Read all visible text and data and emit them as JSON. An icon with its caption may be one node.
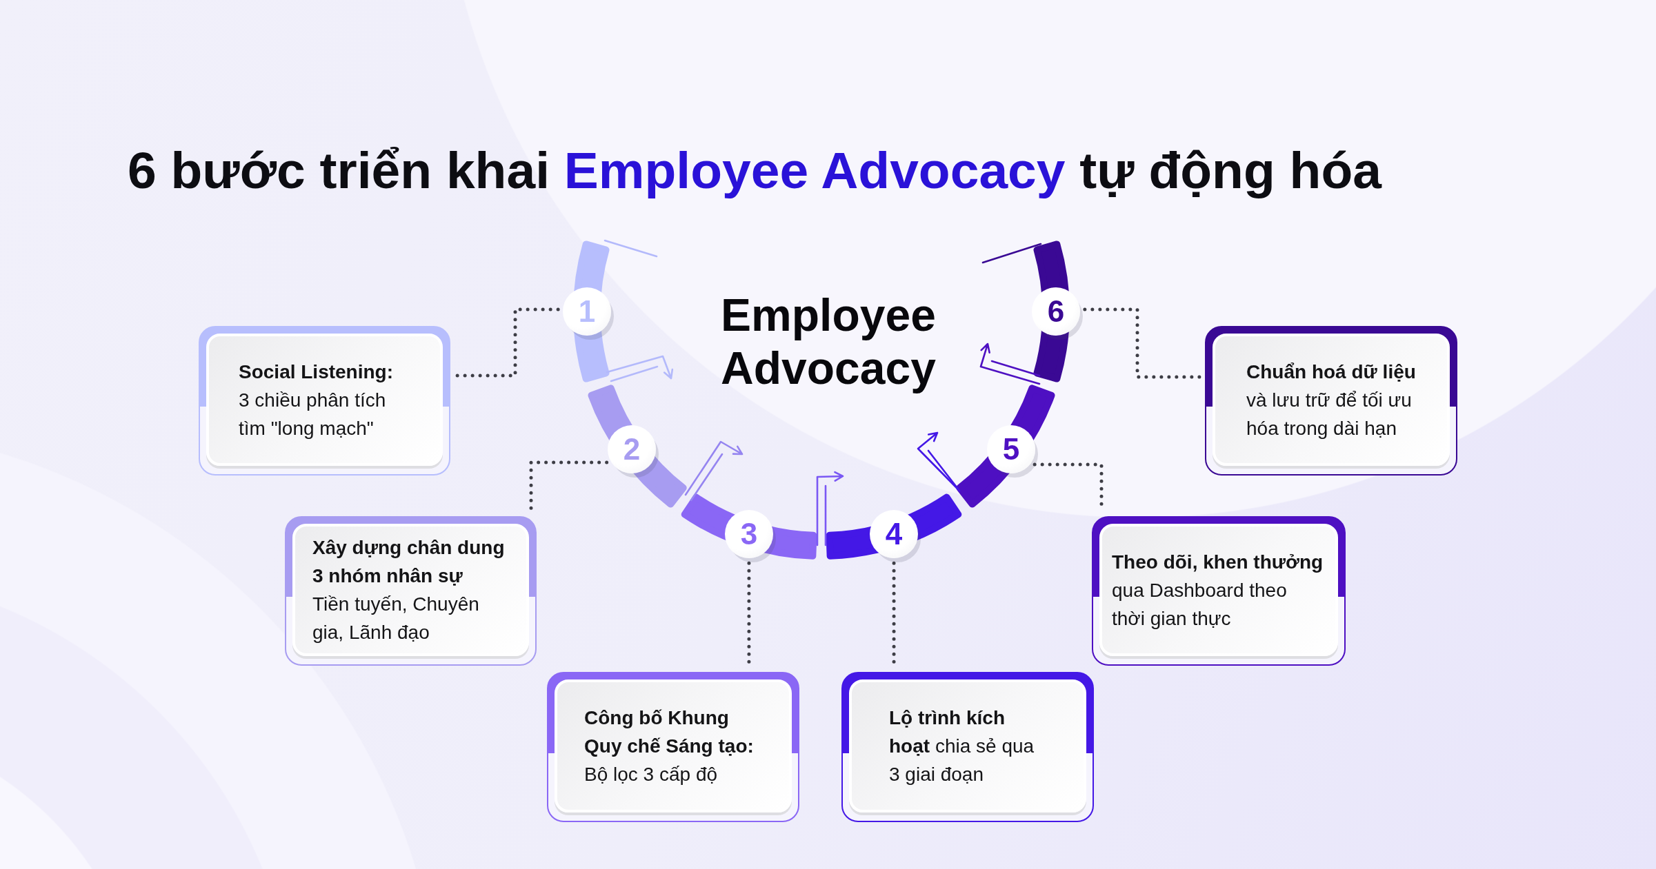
{
  "diagram": {
    "title": "6 bước triển khai **Employee Advocacy** tự động hóa",
    "nodes": [
      {
        "text": [
          "1"
        ]
      },
      {
        "text": [
          "Social Listening:",
          "3 chiều phân tích tìm \"long mạch\""
        ]
      },
      {
        "text": [
          "2"
        ]
      },
      {
        "text": [
          "Xây dựng chân dung 3 nhóm nhân sự",
          "Tiền tuyến, Chuyên gia, Lãnh đạo"
        ]
      },
      {
        "text": [
          "3"
        ]
      },
      {
        "text": [
          "Công bố Khung Quy chế Sáng tạo:",
          "Bộ lọc 3 cấp độ"
        ]
      },
      {
        "text": [
          "4"
        ]
      },
      {
        "text": [
          "**Lộ trình kích hoạt** chia sẻ qua 3 giai đoạn"
        ]
      },
      {
        "text": [
          "5"
        ]
      },
      {
        "text": [
          "Theo dõi, khen thưởng",
          "qua Dashboard theo thời gian thực"
        ]
      },
      {
        "text": [
          "6"
        ]
      },
      {
        "text": [
          "Chuẩn hoá dữ liệu",
          "và lưu trữ để tối ưu hóa trong dài hạn"
        ]
      }
    ],
    "edges": [
      {
        "from": 0,
        "to": 1,
        "arrow": "none",
        "style": "dashed"
      },
      {
        "from": 2,
        "to": 3,
        "arrow": "none",
        "style": "dashed"
      },
      {
        "from": 4,
        "to": 5,
        "arrow": "none",
        "style": "dashed"
      },
      {
        "from": 6,
        "to": 7,
        "arrow": "none",
        "style": "dashed"
      },
      {
        "from": 8,
        "to": 9,
        "arrow": "none",
        "style": "dashed"
      },
      {
        "from": 10,
        "to": 11,
        "arrow": "none",
        "style": "dashed"
      }
    ],
    "labels": [
      "Employee Advocacy"
    ]
  }
}
